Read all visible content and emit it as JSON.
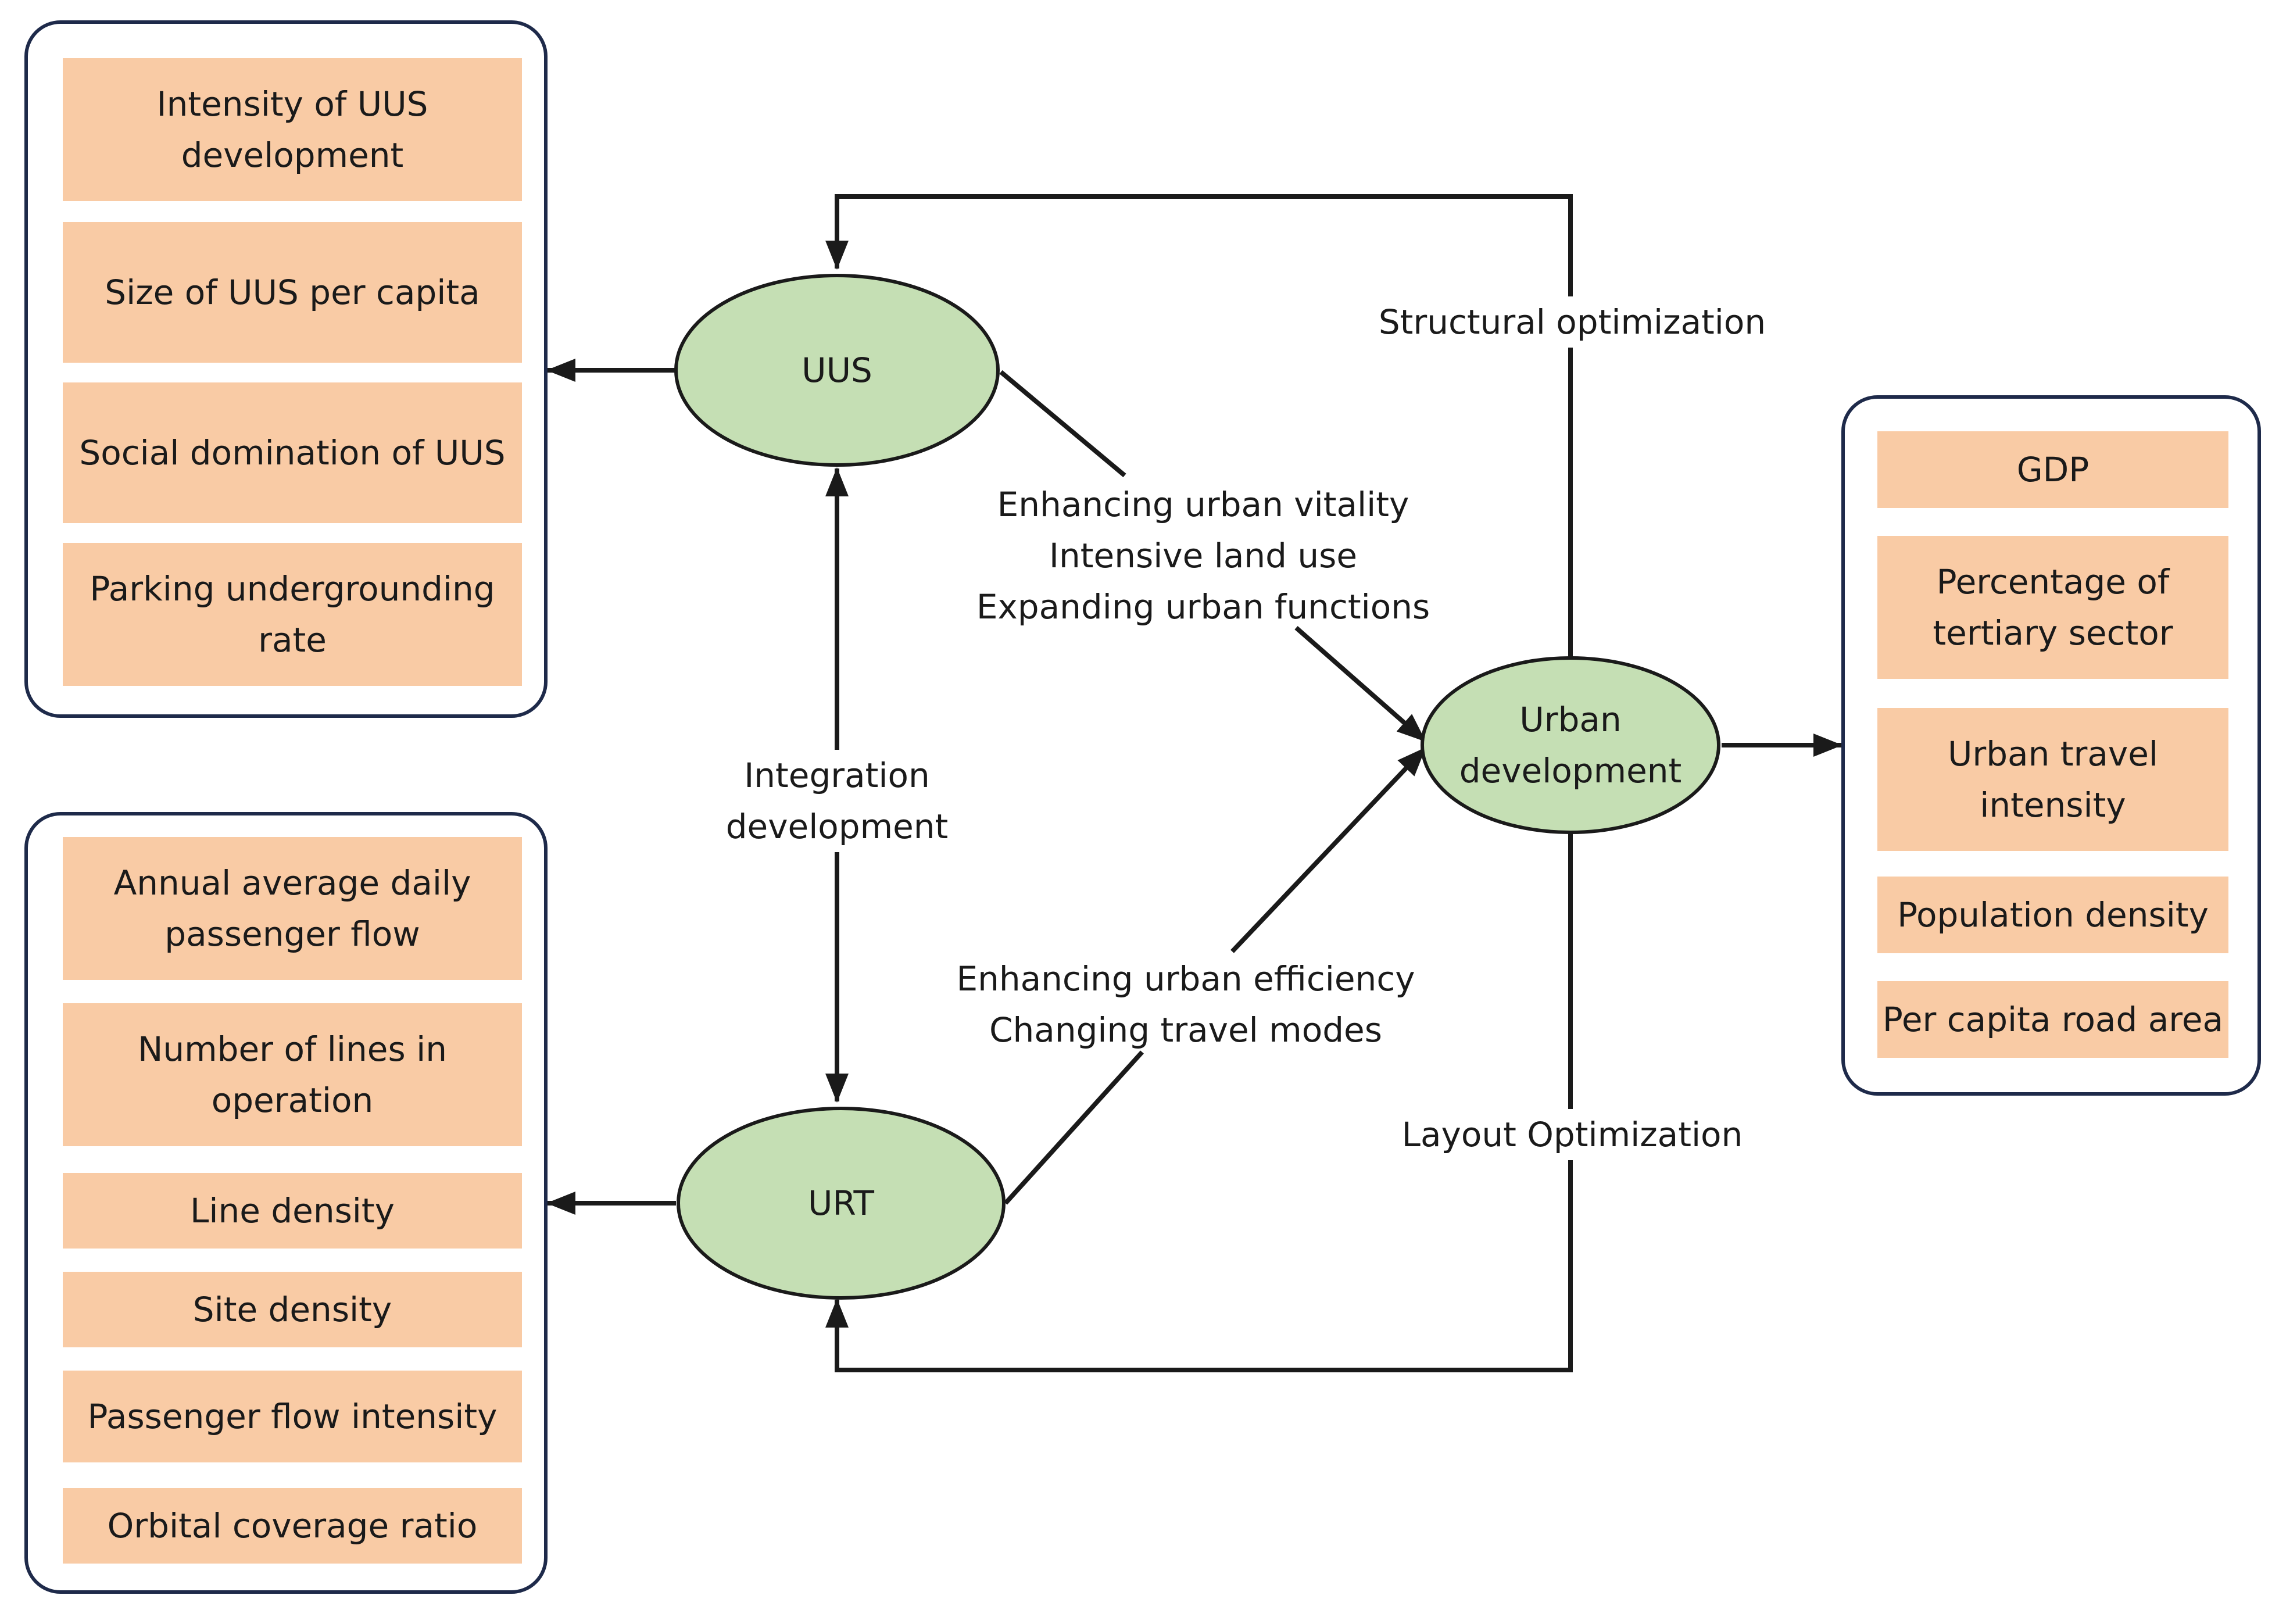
{
  "nodes": {
    "uus": "UUS",
    "urt": "URT",
    "urban": "Urban\ndevelopment"
  },
  "uus_indicators": [
    "Intensity of UUS\ndevelopment",
    "Size of UUS per capita",
    "Social domination of UUS",
    "Parking undergrounding\nrate"
  ],
  "urt_indicators": [
    "Annual average daily\npassenger flow",
    "Number of lines in\noperation",
    "Line density",
    "Site density",
    "Passenger flow intensity",
    "Orbital coverage ratio"
  ],
  "urban_indicators": [
    "GDP",
    "Percentage of\ntertiary sector",
    "Urban travel\nintensity",
    "Population density",
    "Per capita road area"
  ],
  "edge_labels": {
    "structural": "Structural optimization",
    "layout": "Layout Optimization",
    "integration": "Integration development",
    "uus_effects": "Enhancing urban vitality\nIntensive land use\nExpanding urban functions",
    "urt_effects": "Enhancing urban efficiency\nChanging travel modes"
  },
  "colors": {
    "node_fill": "#c5dfb4",
    "indicator_fill": "#f9cba5",
    "frame": "#1e2a4a",
    "line": "#1a1a1a"
  }
}
